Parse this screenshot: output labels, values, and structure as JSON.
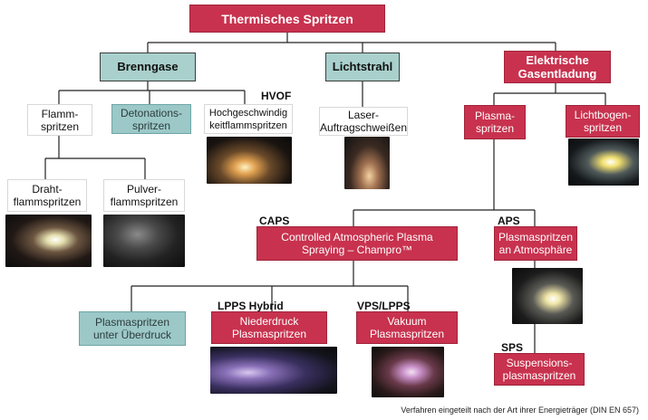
{
  "title": "Thermisches Spritzen",
  "categories": {
    "brenngase": "Brenngase",
    "lichtstrahl": "Lichtstrahl",
    "elektrische": "Elektrische\nGasentladung"
  },
  "nodes": {
    "flammspritzen": "Flamm-\nspritzen",
    "detonationsspritzen": "Detonations-\nspritzen",
    "hochgeschwindigkeit": "Hochgeschwindig\nkeitflammspritzen",
    "laser": "Laser-\nAuftragschweißen",
    "plasmaspritzen": "Plasma-\nspritzen",
    "lichtbogenspritzen": "Lichtbogen-\nspritzen",
    "drahtflammspritzen": "Draht-\nflammspritzen",
    "pulverflammspritzen": "Pulver-\nflammspritzen",
    "caps": "Controlled Atmospheric Plasma\nSpraying – Champro™",
    "aps": "Plasmaspritzen\nan Atmosphäre",
    "ueberdruck": "Plasmaspritzen\nunter Überdruck",
    "niederdruck": "Niederdruck\nPlasmaspritzen",
    "vakuum": "Vakuum\nPlasmaspritzen",
    "suspension": "Suspensions-\nplasmaspritzen"
  },
  "tags": {
    "hvof": "HVOF",
    "caps": "CAPS",
    "aps": "APS",
    "lpps_hybrid": "LPPS Hybrid",
    "vps_lpps": "VPS/LPPS",
    "sps": "SPS"
  },
  "caption": "Verfahren eingeteilt nach der Art ihrer Energieträger (DIN EN 657)",
  "colors": {
    "red": "#c8324e",
    "teal": "#9cc8c8",
    "line": "#222222"
  }
}
